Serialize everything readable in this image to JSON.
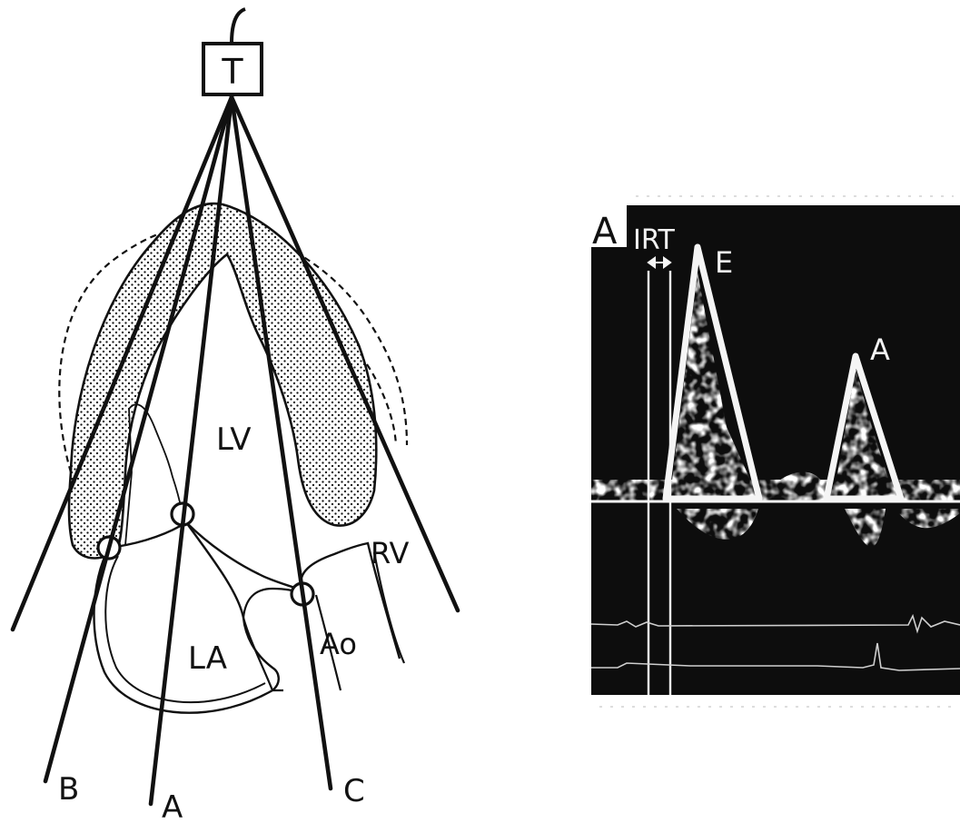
{
  "colors": {
    "ink": "#111111",
    "paper": "#ffffff",
    "doppler_background": "#0d0d0d",
    "doppler_trace": "#f5f5f5"
  },
  "schematic": {
    "transducer_label": "T",
    "beam_labels": {
      "a": "A",
      "b": "B",
      "c": "C"
    },
    "chamber_labels": {
      "lv": "LV",
      "rv": "RV",
      "la": "LA",
      "ao": "Ao"
    }
  },
  "doppler": {
    "panel_label": "A",
    "irt_label": "IRT",
    "e_wave_label": "E",
    "a_wave_label": "A"
  }
}
